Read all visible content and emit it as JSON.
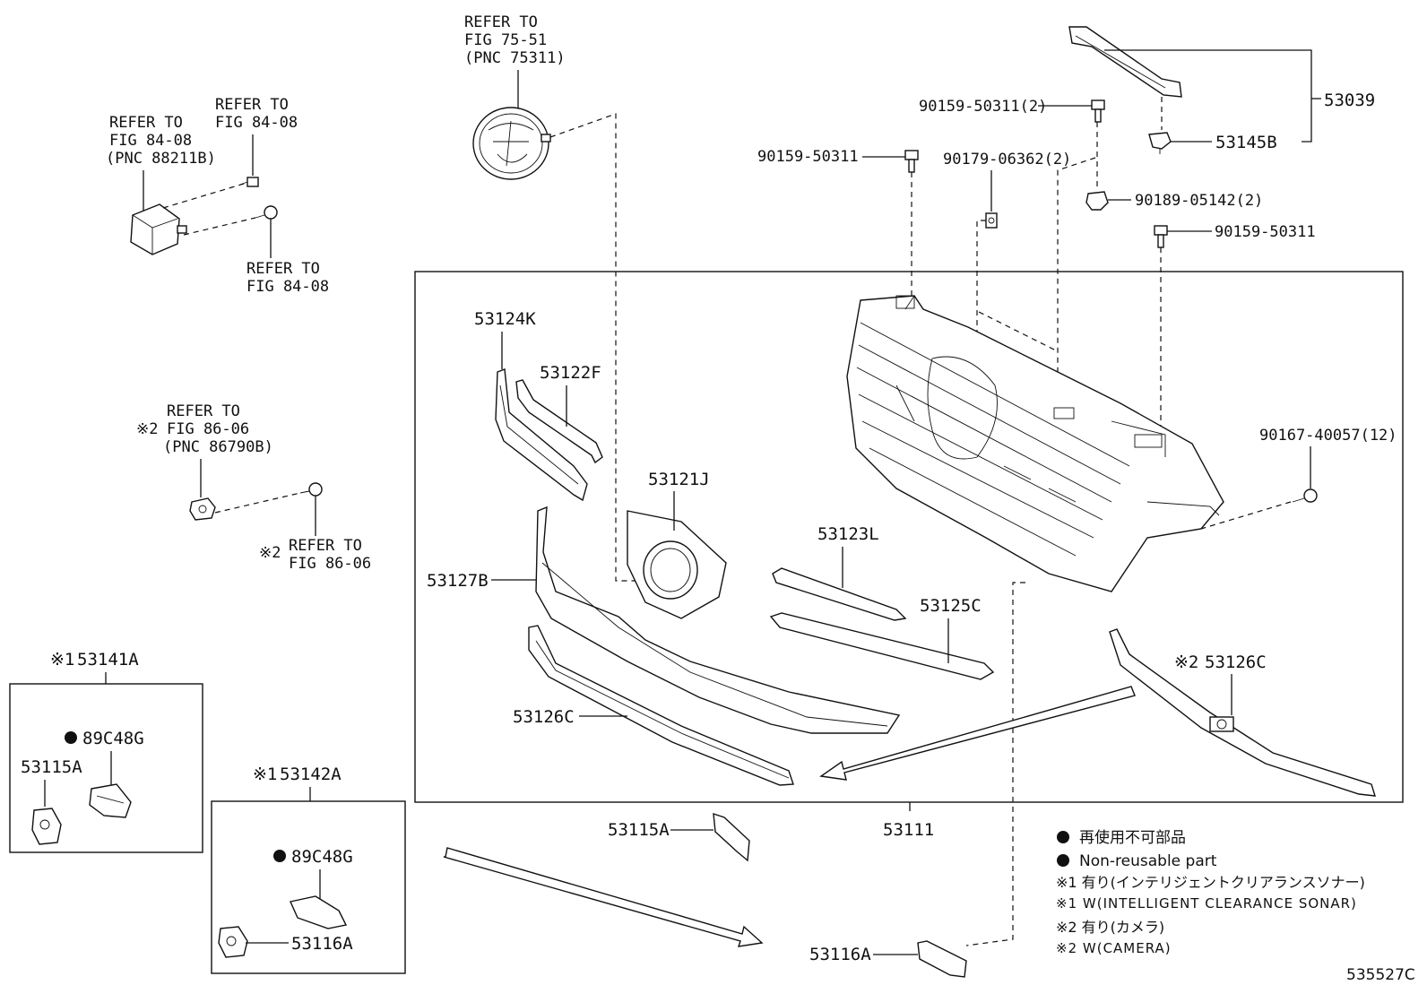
{
  "refs": {
    "emblem": [
      "REFER TO",
      "FIG 75-51",
      "(PNC 75311)"
    ],
    "sensor_unit": [
      "REFER TO",
      "FIG 84-08",
      "(PNC 88211B)"
    ],
    "sensor_bolt_top": [
      "REFER TO",
      "FIG 84-08"
    ],
    "sensor_bolt_bottom": [
      "REFER TO",
      "FIG 84-08"
    ],
    "camera": [
      "REFER TO",
      "FIG 86-06",
      "(PNC 86790B)"
    ],
    "camera_bolt": [
      "REFER TO",
      "FIG 86-06"
    ],
    "camera_mark": "※2",
    "camera_bolt_mark": "※2"
  },
  "parts": {
    "p53039": "53039",
    "p53145B": "53145B",
    "f9015950311_2": "90159-50311(2)",
    "f9015950311_a": "90159-50311",
    "f9017906362_2": "90179-06362(2)",
    "f9018905142_2": "90189-05142(2)",
    "f9015950311_b": "90159-50311",
    "f9016740057_12": "90167-40057(12)",
    "p53124K": "53124K",
    "p53122F": "53122F",
    "p53121J": "53121J",
    "p53127B": "53127B",
    "p53123L": "53123L",
    "p53125C": "53125C",
    "p53126C_left": "53126C",
    "p53126C_right": "53126C",
    "p53126C_right_mark": "※2",
    "p53111": "53111",
    "p53115A_center": "53115A",
    "p53116A_center": "53116A"
  },
  "kits": {
    "k53141A": {
      "mark": "※1",
      "number": "53141A",
      "clip": "89C48G",
      "part": "53115A"
    },
    "k53142A": {
      "mark": "※1",
      "number": "53142A",
      "clip": "89C48G",
      "part": "53116A"
    }
  },
  "legend": {
    "non_reusable_jp": "再使用不可部品",
    "non_reusable_en": "Non-reusable part",
    "note1_jp": "※1 有り(インテリジェントクリアランスソナー)",
    "note1_en": "※1 W(INTELLIGENT CLEARANCE SONAR)",
    "note2_jp": "※2 有り(カメラ)",
    "note2_en": "※2 W(CAMERA)"
  },
  "figure_code": "535527C"
}
